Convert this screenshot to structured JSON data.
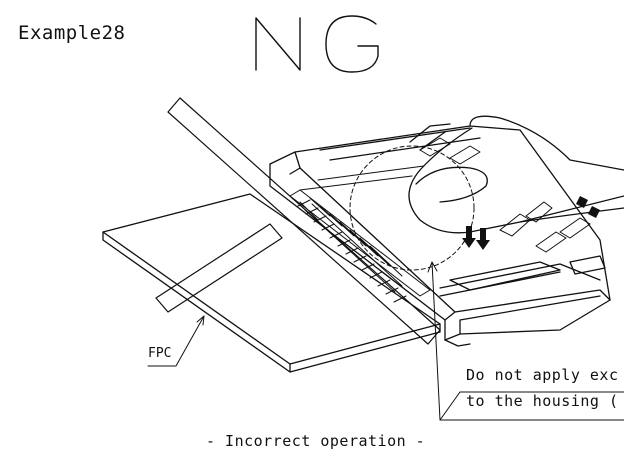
{
  "title": "Example28",
  "ng_mark": "NG",
  "fpc_label": "FPC",
  "note": {
    "line1": "Do not apply exc",
    "line2": "to the housing ("
  },
  "caption": "- Incorrect operation -",
  "colors": {
    "ink": "#111111",
    "background": "#ffffff"
  }
}
